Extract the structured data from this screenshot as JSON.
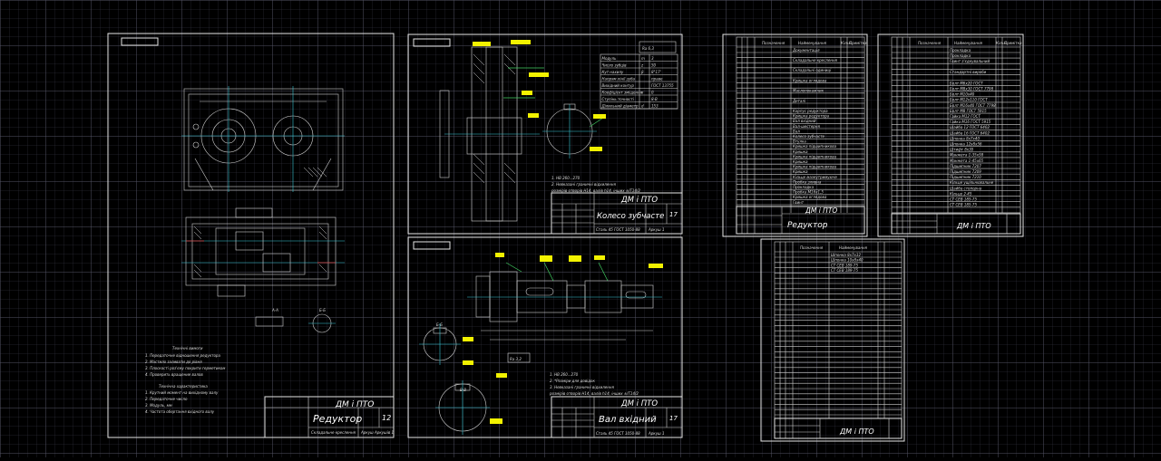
{
  "colors": {
    "background": "#000000",
    "sheet_lines": "#e6e6e6",
    "dimension_tags": "#f2f200",
    "centerline": "#39c6d6",
    "leader": "#43d163",
    "section": "#e04040"
  },
  "sheets": {
    "assembly": {
      "org": "ДМ і ПТО",
      "title": "Редуктор",
      "sheet_code": "12",
      "subtitle": "Складальне креслення",
      "scale_note": "Аркуш  Аркушів 1",
      "notes_heading": "Технічні вимоги",
      "notes": [
        "1. Передаточне відношення редуктора",
        "2. Мастило заливати до рівня",
        "3. Плоскості роз'єму покрити герметиком",
        "4. Проверить вращение валов"
      ],
      "char_heading": "Технічна характеристика",
      "chars": [
        "1. Крутний момент на вихідному валу",
        "2. Передаточне число",
        "3. Модуль, мм",
        "4. Частота обертання вхідного валу"
      ],
      "section_a": "А-А",
      "section_b": "Б-Б"
    },
    "gear": {
      "org": "ДМ і ПТО",
      "title": "Колесо зубчасте",
      "sheet_code": "17",
      "material": "Сталь 45 ГОСТ 1050-88",
      "scale_note": "Аркуш 1",
      "roughness": "Ra 6,3",
      "notes": [
        "1. НВ 260...270",
        "2. Невказані граничні відхилення",
        "розмірів отворів H14, валів h14, інших ±IT14/2"
      ],
      "params": [
        [
          "Модуль",
          "m",
          "3"
        ],
        [
          "Число зубців",
          "z",
          "50"
        ],
        [
          "Кут нахилу",
          "β",
          "8°17'"
        ],
        [
          "Напрям лінії зуба",
          "",
          "праве"
        ],
        [
          "Вихідний контур",
          "",
          "ГОСТ 13755"
        ],
        [
          "Коефіцієнт зміщення",
          "x",
          "0"
        ],
        [
          "Ступінь точності",
          "",
          "8-B"
        ],
        [
          "Ділильний діаметр",
          "d",
          "153"
        ]
      ]
    },
    "shaft": {
      "org": "ДМ і ПТО",
      "title": "Вал вхідний",
      "sheet_code": "17",
      "material": "Сталь 45 ГОСТ 1050-88",
      "scale_note": "Аркуш 1",
      "roughness": "Ra 3,2",
      "notes": [
        "1. НВ 260...270",
        "2. *Розміри для довідок",
        "3. Невказані граничні відхилення",
        "розмірів отворів H14, валів h14, інших ±IT14/2"
      ],
      "section_b": "Б-Б",
      "section_v": "В-В"
    },
    "spec1": {
      "org": "ДМ і ПТО",
      "title": "Редуктор",
      "col_headers": [
        "Позначення",
        "Найменування",
        "Кільк.",
        "Примітка"
      ],
      "rows": [
        "Документація",
        "",
        "Складальне креслення",
        "",
        "Складальні одиниці",
        "",
        "Кришка оглядова",
        "",
        "Маслопокажчик",
        "",
        "Деталі",
        "",
        "Корпус редуктора",
        "Кришка редуктора",
        "Вал вхідний",
        "Вал-шестерня",
        "Вал",
        "Колесо зубчасте",
        "Втулка",
        "Кришка підшипникова",
        "Кришка",
        "Кришка підшипникова",
        "Кришка",
        "Кришка підшипникова",
        "Кришка",
        "Кільце мазеутримуюче",
        "Пробка зливна",
        "Прокладка",
        "Пробка М16х1,5",
        "Кришка оглядова",
        "Гвинт"
      ]
    },
    "spec2": {
      "org": "ДМ і ПТО",
      "col_headers": [
        "Позначення",
        "Найменування",
        "Кільк.",
        "Примітка"
      ],
      "rows": [
        "Прокладка",
        "Прокладка",
        "Гвинт з'єднувальний",
        "",
        "Стандартні вироби",
        "",
        "Болт М6х20 ГОСТ",
        "Болт М8х30 ГОСТ 7798",
        "Болт М10х40",
        "Болт М12х110 ГОСТ",
        "Болт М16х40 ГОСТ 7798",
        "Болт М8 ГОСТ 5915",
        "Гайка М12 ГОСТ",
        "Гайка М16 ГОСТ 5915",
        "Шайба 12 ГОСТ 6402",
        "Шайба 16 ГОСТ 6402",
        "Шпонка 8х7х40",
        "Шпонка 12х8х56",
        "Штифт 8х30",
        "Манжета 1-35х58",
        "Манжета 1-45х65",
        "Підшипник 7207",
        "Підшипник 7209",
        "Підшипник 7210",
        "Кільце ущільнювальне",
        "Шайба стопорна",
        "Кільце 2-45",
        "СТ СЕВ 185-75",
        "СТ СЕВ 185-75"
      ]
    },
    "spec3": {
      "org": "ДМ і ПТО",
      "col_headers": [
        "Позначення",
        "Найменування"
      ],
      "rows": [
        "Шпонка 8х7х32",
        "Шпонка 10х8х40",
        "СТ СЕВ 189-75",
        "СТ СЕВ 189-75"
      ]
    }
  }
}
